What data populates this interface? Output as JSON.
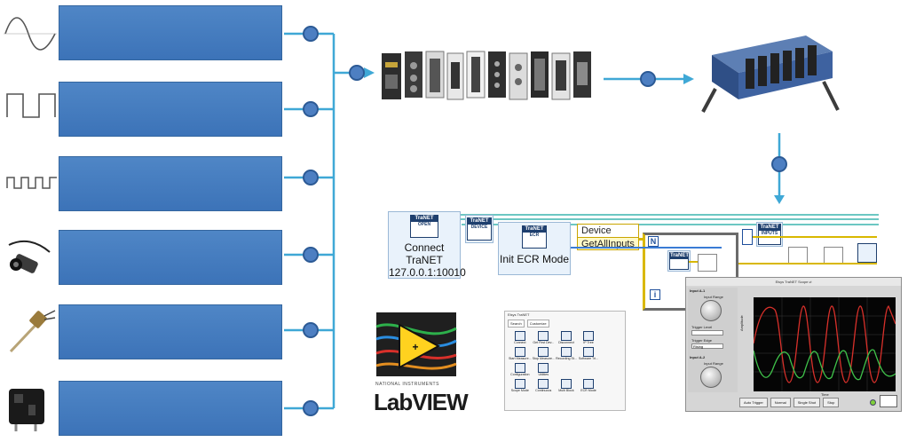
{
  "connect_block": {
    "icon_head": "TraNET",
    "icon_sub": "OPEN",
    "line1": "Connect",
    "line2": "TraNET",
    "line3": "127.0.0.1:10010"
  },
  "device_block": {
    "icon_head": "TraNET",
    "icon_sub": "DEVICE"
  },
  "init_block": {
    "icon_head": "TraNET",
    "icon_sub": "ECR",
    "label": "Init ECR Mode"
  },
  "property_node": {
    "label": "Device",
    "property": "GetAllInputs"
  },
  "input_block": {
    "icon_head": "TraNET",
    "icon_sub": "INPUTS"
  },
  "loop_terminals": {
    "n": "N",
    "i": "i"
  },
  "palette": {
    "title": "Elsys TraNET",
    "search": "Search",
    "customize": "Customize",
    "items": [
      "Connect",
      "Get First Dev...",
      "Disconnect",
      "IP Tree",
      "",
      "Start Measure...",
      "Stop Measure...",
      "Recording St...",
      "Software Tri...",
      "",
      "Configuration",
      "Utilities",
      "",
      "",
      "",
      "Scope Mode",
      "Continuous",
      "Multi Block",
      "ECR Mode",
      ""
    ]
  },
  "scope": {
    "title": "Elsys TraNET Scope.vi",
    "input1": "Input A-1",
    "input2": "Input A-2",
    "range": "Input Range",
    "trigger_level": "Trigger Level",
    "trigger_edge": "Trigger Edge",
    "edge_value": "Rising",
    "y_label": "Amplitude",
    "x_label": "Time",
    "buttons": [
      "Auto Trigger",
      "Normal",
      "Single Shot",
      "Stop"
    ]
  },
  "labview": {
    "maker": "NATIONAL INSTRUMENTS",
    "name": "LabVIEW"
  },
  "colors": {
    "box": "#3c73b8",
    "dot": "#4d7fc2",
    "line": "#3fa8d6"
  }
}
